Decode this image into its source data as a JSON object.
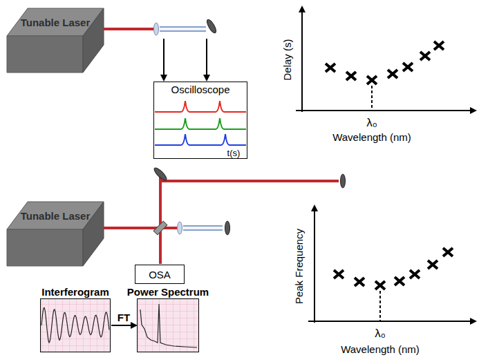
{
  "diagram": {
    "nodes": [
      {
        "text": [
          "Tunable Laser"
        ]
      },
      {
        "text": [
          "Oscilloscope"
        ]
      },
      {
        "text": [
          "Tunable Laser"
        ]
      },
      {
        "text": [
          "OSA"
        ]
      },
      {
        "text": [
          "Interferogram"
        ]
      },
      {
        "text": [
          "Power Spectrum"
        ]
      }
    ],
    "edges": [
      {
        "from": 4,
        "to": 5,
        "label": "FT",
        "arrow": "to"
      }
    ],
    "labels": [
      "t(s)",
      "Delay (s)",
      "λ₀",
      "Wavelength (nm)",
      "Peak Frequency",
      "λ₀",
      "Wavelength (nm)"
    ]
  }
}
